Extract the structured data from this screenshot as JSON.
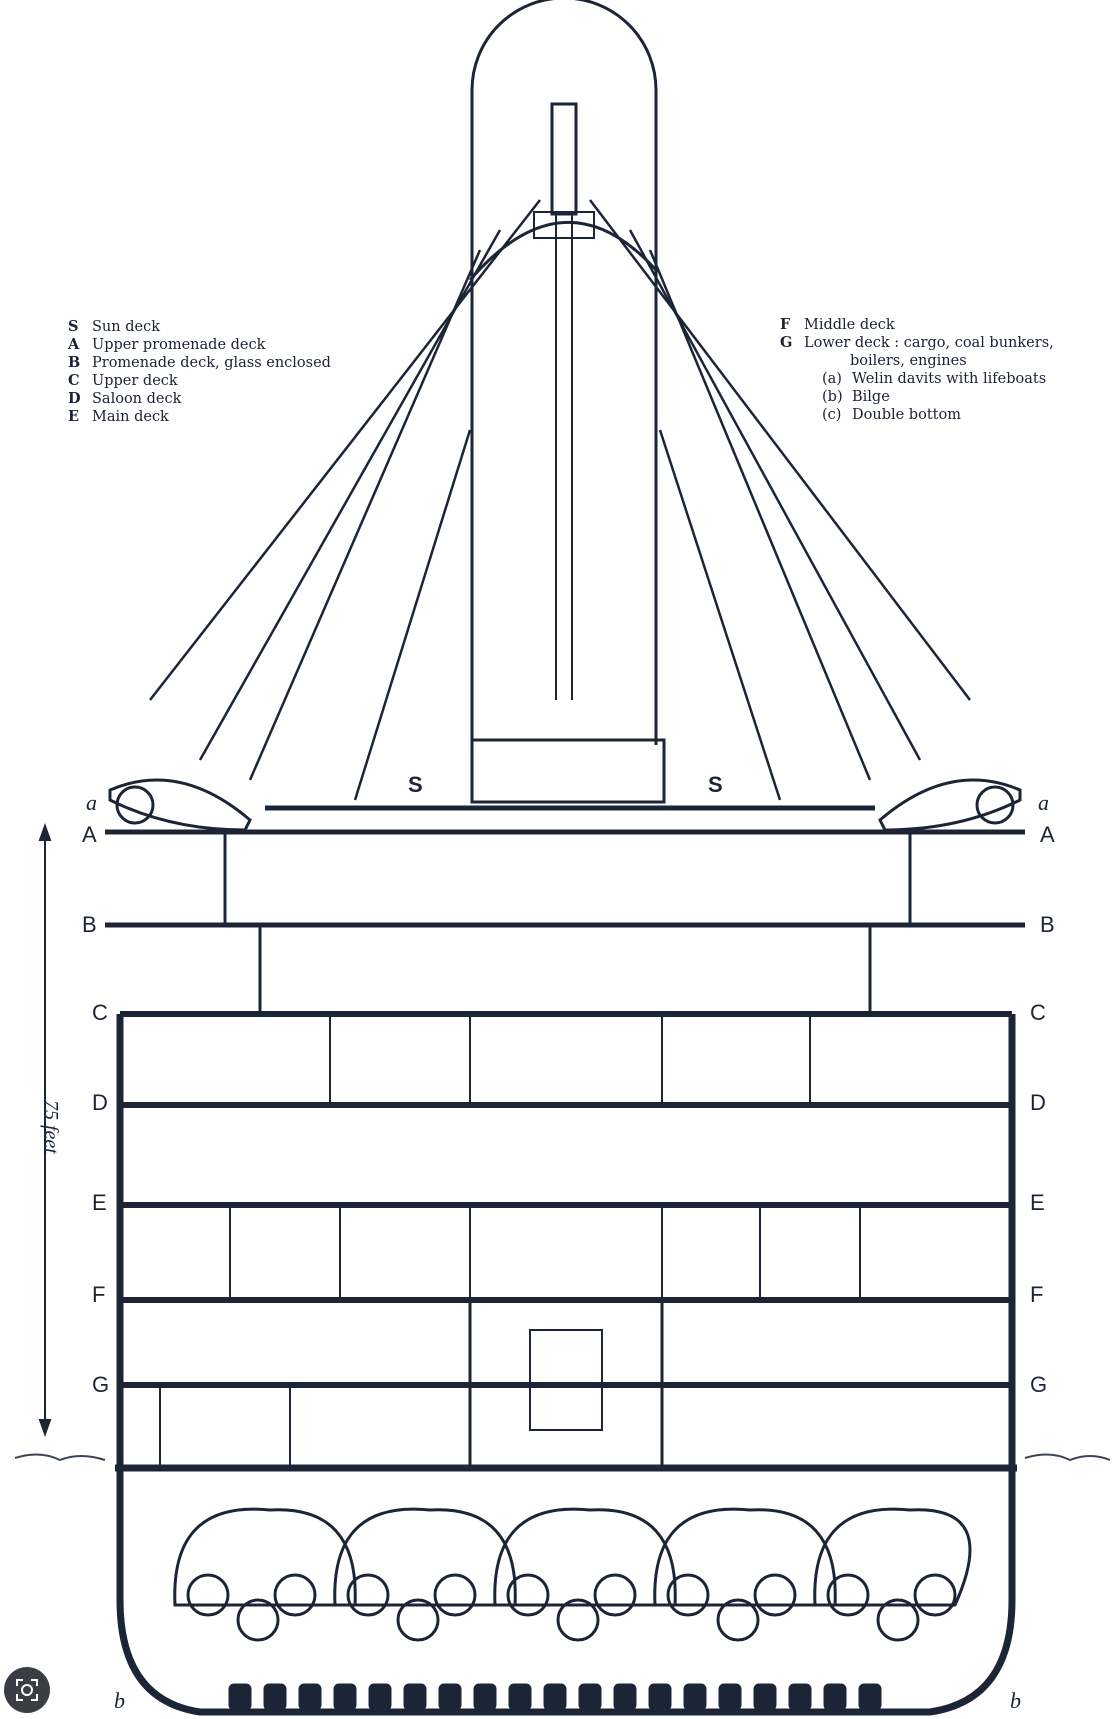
{
  "legend_left": [
    {
      "key": "S",
      "text": "Sun deck"
    },
    {
      "key": "A",
      "text": "Upper promenade deck"
    },
    {
      "key": "B",
      "text": "Promenade deck, glass enclosed"
    },
    {
      "key": "C",
      "text": "Upper deck"
    },
    {
      "key": "D",
      "text": "Saloon deck"
    },
    {
      "key": "E",
      "text": "Main deck"
    }
  ],
  "legend_right": {
    "items": [
      {
        "key": "F",
        "text": "Middle deck"
      },
      {
        "key": "G",
        "text": "Lower deck : cargo, coal bunkers,"
      }
    ],
    "continuation": "boilers, engines",
    "subitems": [
      {
        "key": "(a)",
        "text": "Welin davits with lifeboats"
      },
      {
        "key": "(b)",
        "text": "Bilge"
      },
      {
        "key": "(c)",
        "text": "Double bottom"
      }
    ]
  },
  "deck_letters": [
    "A",
    "B",
    "C",
    "D",
    "E",
    "F",
    "G"
  ],
  "sun_deck_letter": "S",
  "davit_mark": "a",
  "bilge_mark": "b",
  "scale_label": "75 feet",
  "colors": {
    "ink": "#1c2536",
    "water": "#3d4656",
    "paper": "#ffffff"
  }
}
